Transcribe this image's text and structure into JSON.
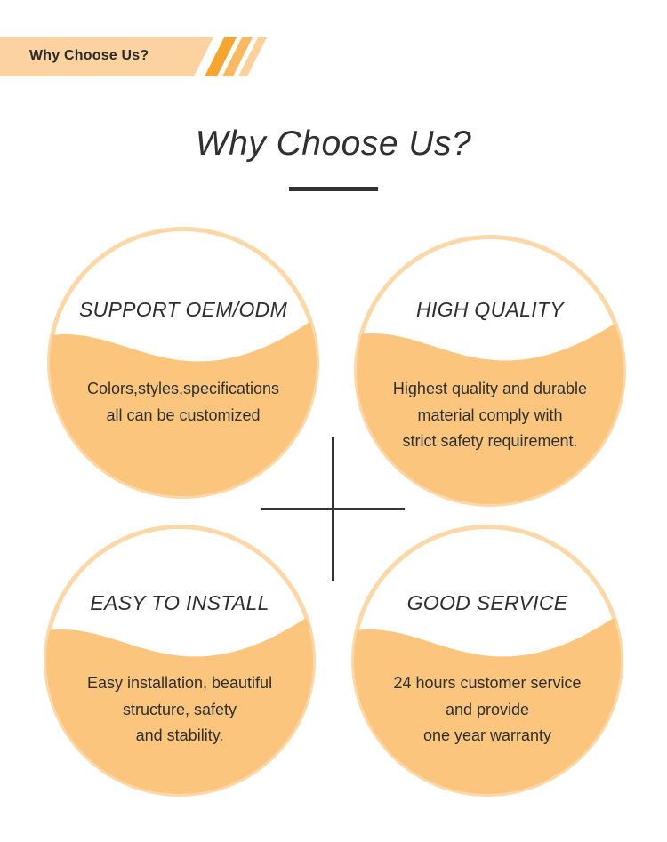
{
  "tag": {
    "label": "Why Choose Us?"
  },
  "heading": {
    "title": "Why Choose Us?"
  },
  "colors": {
    "accent": "#f7a531",
    "fill": "#fbc57e",
    "ring": "#fcd8a8",
    "text": "#333333"
  },
  "features": [
    {
      "title": "SUPPORT OEM/ODM",
      "body": "Colors,styles,specifications\nall can be customized"
    },
    {
      "title": "HIGH QUALITY",
      "body": "Highest quality and durable\nmaterial comply with\nstrict safety requirement."
    },
    {
      "title": "EASY TO INSTALL",
      "body": "Easy installation, beautiful\nstructure, safety\nand stability."
    },
    {
      "title": "GOOD SERVICE",
      "body": "24 hours customer service\nand provide\none year warranty"
    }
  ]
}
